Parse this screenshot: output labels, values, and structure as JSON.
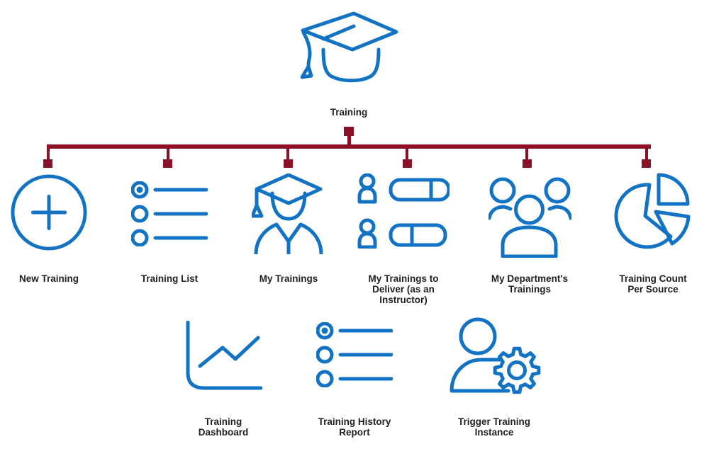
{
  "diagram": {
    "root": {
      "label": "Training",
      "icon": "graduation-cap-icon"
    },
    "children": [
      {
        "label": "New Training",
        "icon": "add-circle-icon"
      },
      {
        "label": "Training List",
        "icon": "radio-list-icon"
      },
      {
        "label": "My Trainings",
        "icon": "graduate-person-icon"
      },
      {
        "label": "My Trainings to Deliver (as an Instructor)",
        "icon": "people-status-bars-icon"
      },
      {
        "label": "My Department's Trainings",
        "icon": "people-group-icon"
      },
      {
        "label": "Training Count Per Source",
        "icon": "pie-chart-icon"
      }
    ],
    "second_row": [
      {
        "label": "Training Dashboard",
        "icon": "line-chart-icon"
      },
      {
        "label": "Training History Report",
        "icon": "radio-list-icon"
      },
      {
        "label": "Trigger Training Instance",
        "icon": "person-gear-icon"
      }
    ]
  },
  "colors": {
    "icon_stroke": "#1272c4",
    "connector": "#8b1126",
    "label_text": "#1f1f1f",
    "background": "#ffffff"
  }
}
